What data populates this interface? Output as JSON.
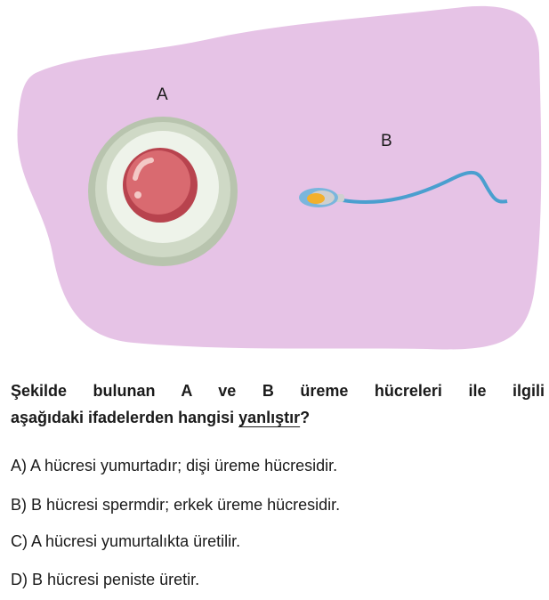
{
  "figure": {
    "label_a": "A",
    "label_b": "B",
    "background_color": "#e6c3e6"
  },
  "question": {
    "line1": "Şekilde bulunan A ve B üreme hücreleri ile ilgili",
    "line2_prefix": "aşağıdaki ifadelerden hangisi ",
    "line2_emph": "yanlıştır",
    "line2_suffix": "?"
  },
  "options": [
    {
      "letter": "A)",
      "text": "A hücresi yumurtadır; dişi üreme hücresidir."
    },
    {
      "letter": "B)",
      "text": "B hücresi spermdir; erkek üreme hücresidir."
    },
    {
      "letter": "C)",
      "text": "A hücresi yumurtalıkta üretilir."
    },
    {
      "letter": "D)",
      "text": "B hücresi peniste üretir."
    }
  ]
}
